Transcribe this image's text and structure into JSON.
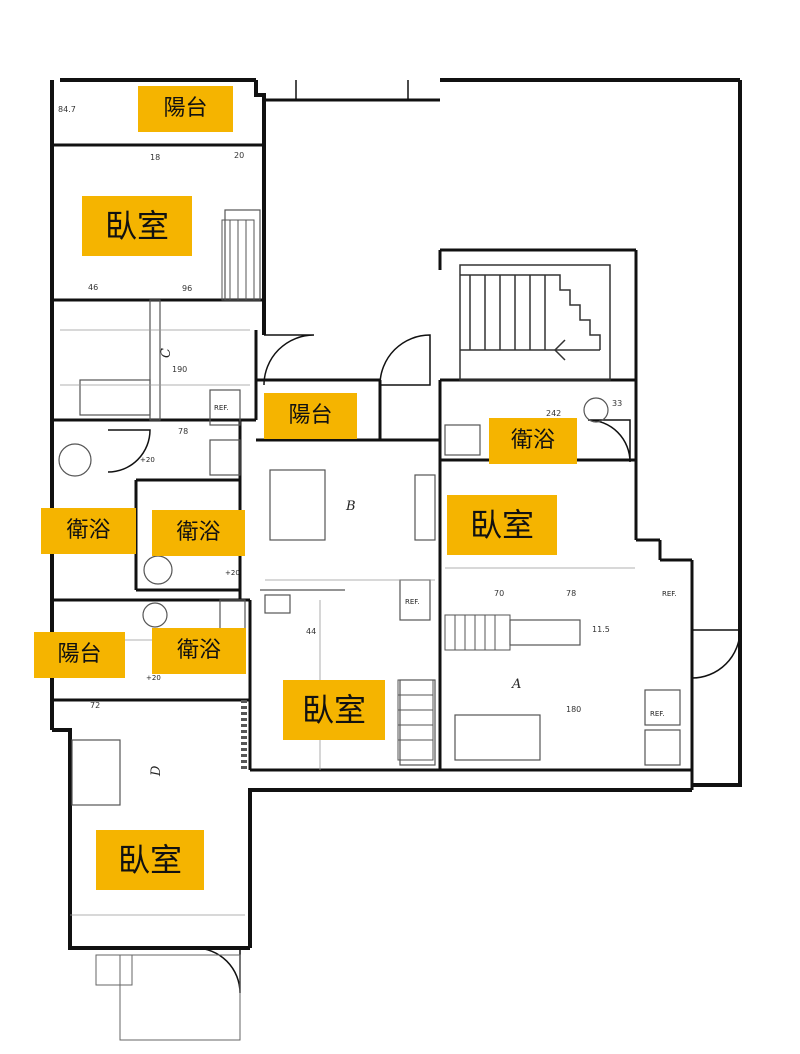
{
  "colors": {
    "wall": "#111111",
    "line": "#444444",
    "label_bg": "#F5B400",
    "background": "#FFFFFF"
  },
  "labels": {
    "balcony_c": "陽台",
    "bedroom_c": "臥室",
    "balcony_b": "陽台",
    "bath_a": "衛浴",
    "bath_c_left": "衛浴",
    "bath_c_right": "衛浴",
    "bedroom_a": "臥室",
    "balcony_d": "陽台",
    "bath_d": "衛浴",
    "bedroom_b": "臥室",
    "bedroom_d": "臥室"
  },
  "unit_letters": {
    "a": "A",
    "b": "B",
    "c": "C",
    "d": "D"
  },
  "dimensions": [
    "84.7",
    "18",
    "20",
    "96",
    "46",
    "190",
    "78",
    "242",
    "33",
    "70",
    "78",
    "11.5",
    "44",
    "72",
    "180"
  ],
  "fixtures": {
    "ref_1": "REF.",
    "ref_2": "REF.",
    "ref_3": "REF.",
    "ref_4": "REF.",
    "plus20_1": "+20",
    "plus20_2": "+20",
    "plus20_3": "+20"
  }
}
